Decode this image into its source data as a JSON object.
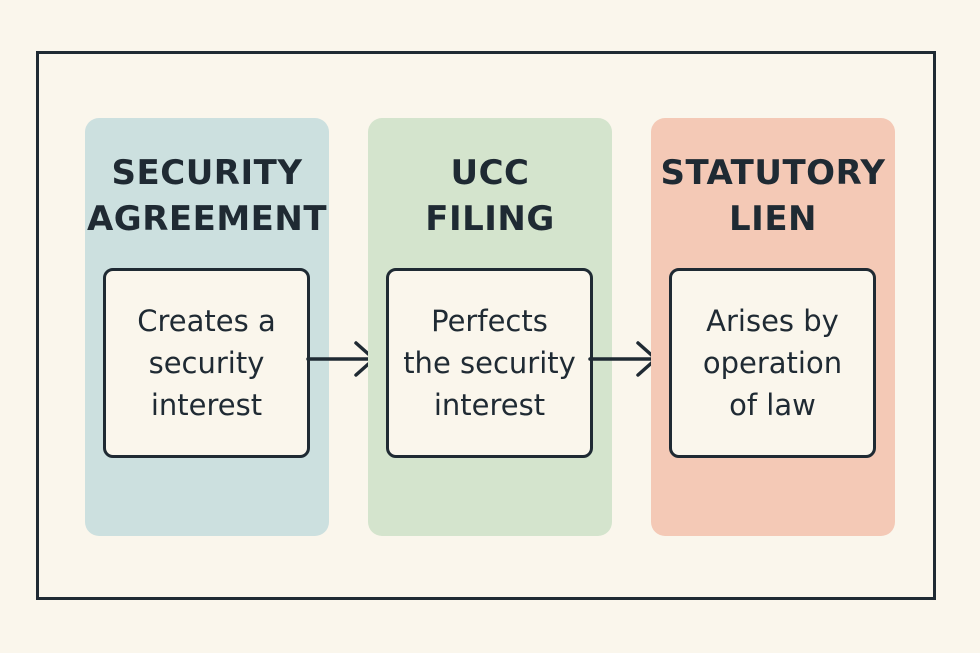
{
  "colors": {
    "background": "#faf6ec",
    "outline": "#1f2a33",
    "security_agreement_panel": "#cce0df",
    "ucc_filing_panel": "#d4e4cd",
    "statutory_lien_panel": "#f4c9b6"
  },
  "stages": [
    {
      "title": "SECURITY\nAGREEMENT",
      "description": "Creates a\nsecurity\ninterest"
    },
    {
      "title": "UCC\nFILING",
      "description": "Perfects\nthe security\ninterest"
    },
    {
      "title": "STATUTORY\nLIEN",
      "description": "Arises by\noperation\nof law"
    }
  ],
  "connectors": [
    {
      "from": "SECURITY AGREEMENT",
      "to": "UCC FILING",
      "icon": "arrow-right-icon"
    },
    {
      "from": "UCC FILING",
      "to": "STATUTORY LIEN",
      "icon": "arrow-right-icon"
    }
  ]
}
